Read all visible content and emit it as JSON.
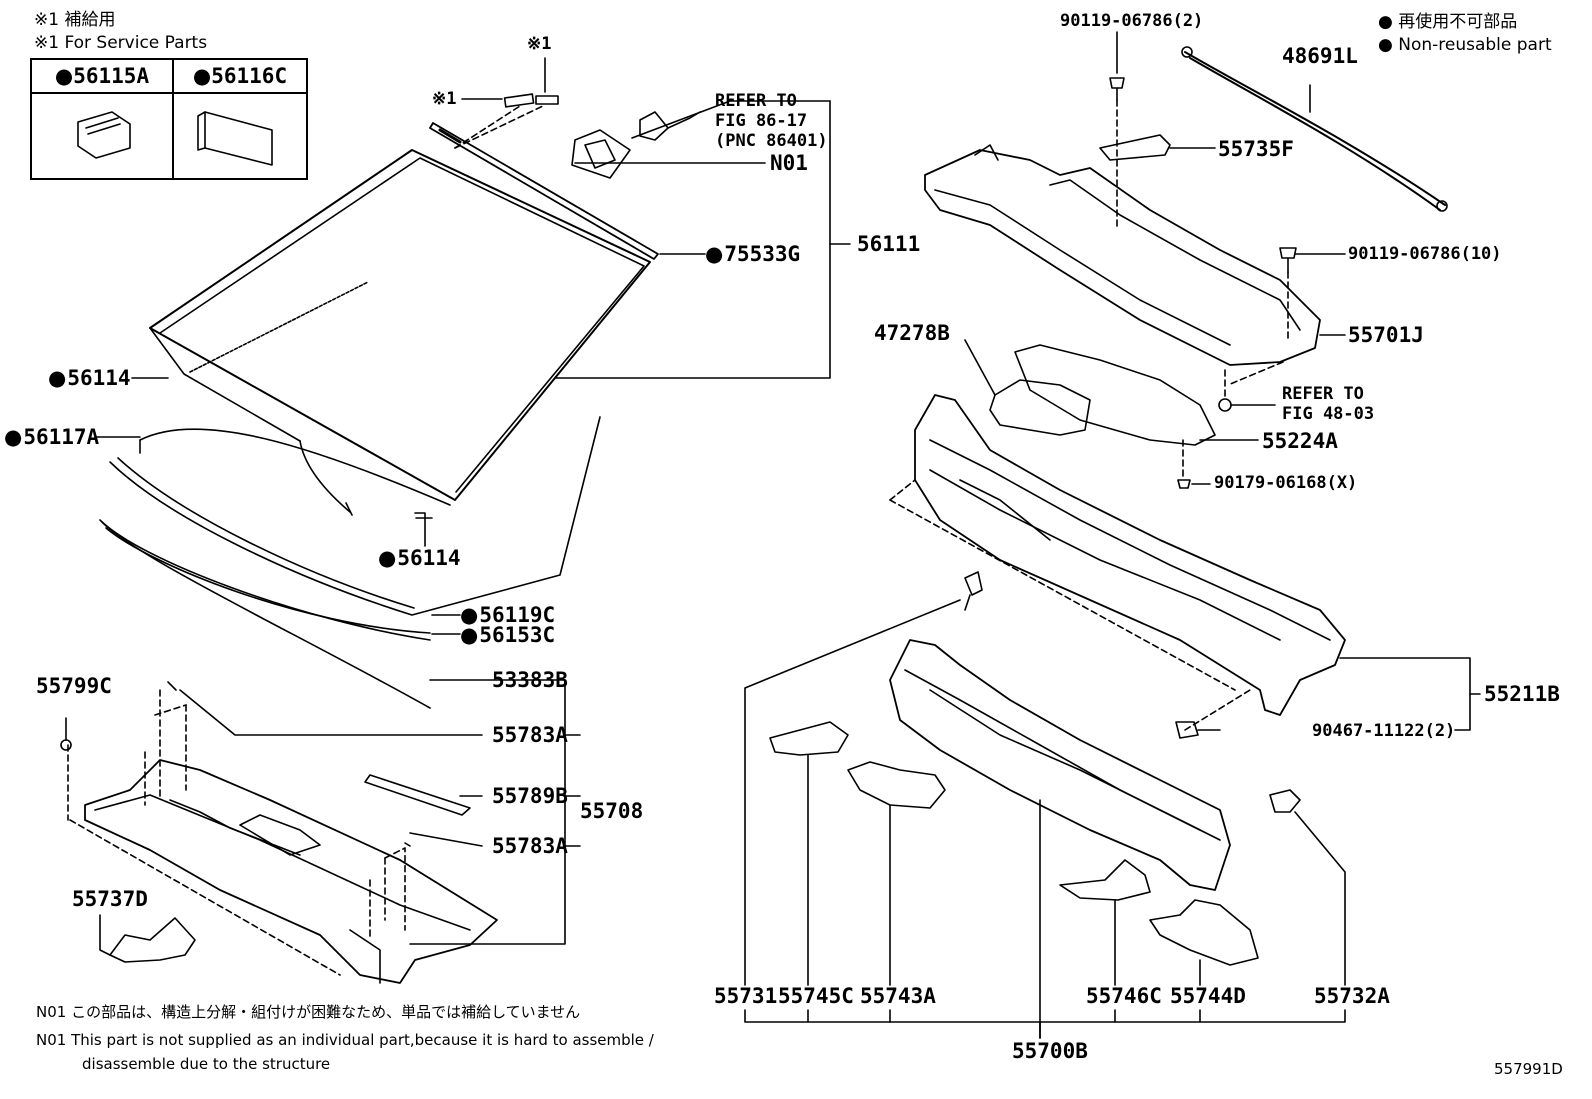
{
  "header_left": {
    "line1": "※1 補給用",
    "line2": "※1 For Service Parts"
  },
  "service_box": {
    "col1": "56115A",
    "col2": "56116C"
  },
  "legend": {
    "jp": "● 再使用不可部品",
    "en": "● Non-reusable part"
  },
  "callouts": {
    "ref_mark1": "※1",
    "ref_mark2": "※1",
    "refer1": "REFER TO",
    "refer2": "FIG 86-17",
    "refer3": "(PNC 86401)",
    "n01": "N01",
    "p75533G": "75533G",
    "p56111": "56111",
    "p56114a": "56114",
    "p56117A": "56117A",
    "p56114b": "56114",
    "p56119C": "56119C",
    "p56153C": "56153C",
    "p53383B": "53383B",
    "p55783A1": "55783A",
    "p55789B": "55789B",
    "p55708": "55708",
    "p55783A2": "55783A",
    "p55799C": "55799C",
    "p55737D": "55737D",
    "b90119a": "90119-06786(2)",
    "p48691L": "48691L",
    "p55735F": "55735F",
    "b90119b": "90119-06786(10)",
    "p55701J": "55701J",
    "p47278B": "47278B",
    "refer4": "REFER TO",
    "refer5": "FIG 48-03",
    "p55224A": "55224A",
    "b90179": "90179-06168(X)",
    "p55211B": "55211B",
    "b90467": "90467-11122(2)",
    "p55731": "55731",
    "p55745C": "55745C",
    "p55743A": "55743A",
    "p55746C": "55746C",
    "p55744D": "55744D",
    "p55732A": "55732A",
    "p55700B": "55700B"
  },
  "notes": {
    "n01_jp": "N01 この部品は、構造上分解・組付けが困難なため、単品では補給していません",
    "n01_en1": "N01 This part is not supplied as an individual part,because it is hard to assemble /",
    "n01_en2": "disassemble due to the structure"
  },
  "figure_id": "557991D"
}
